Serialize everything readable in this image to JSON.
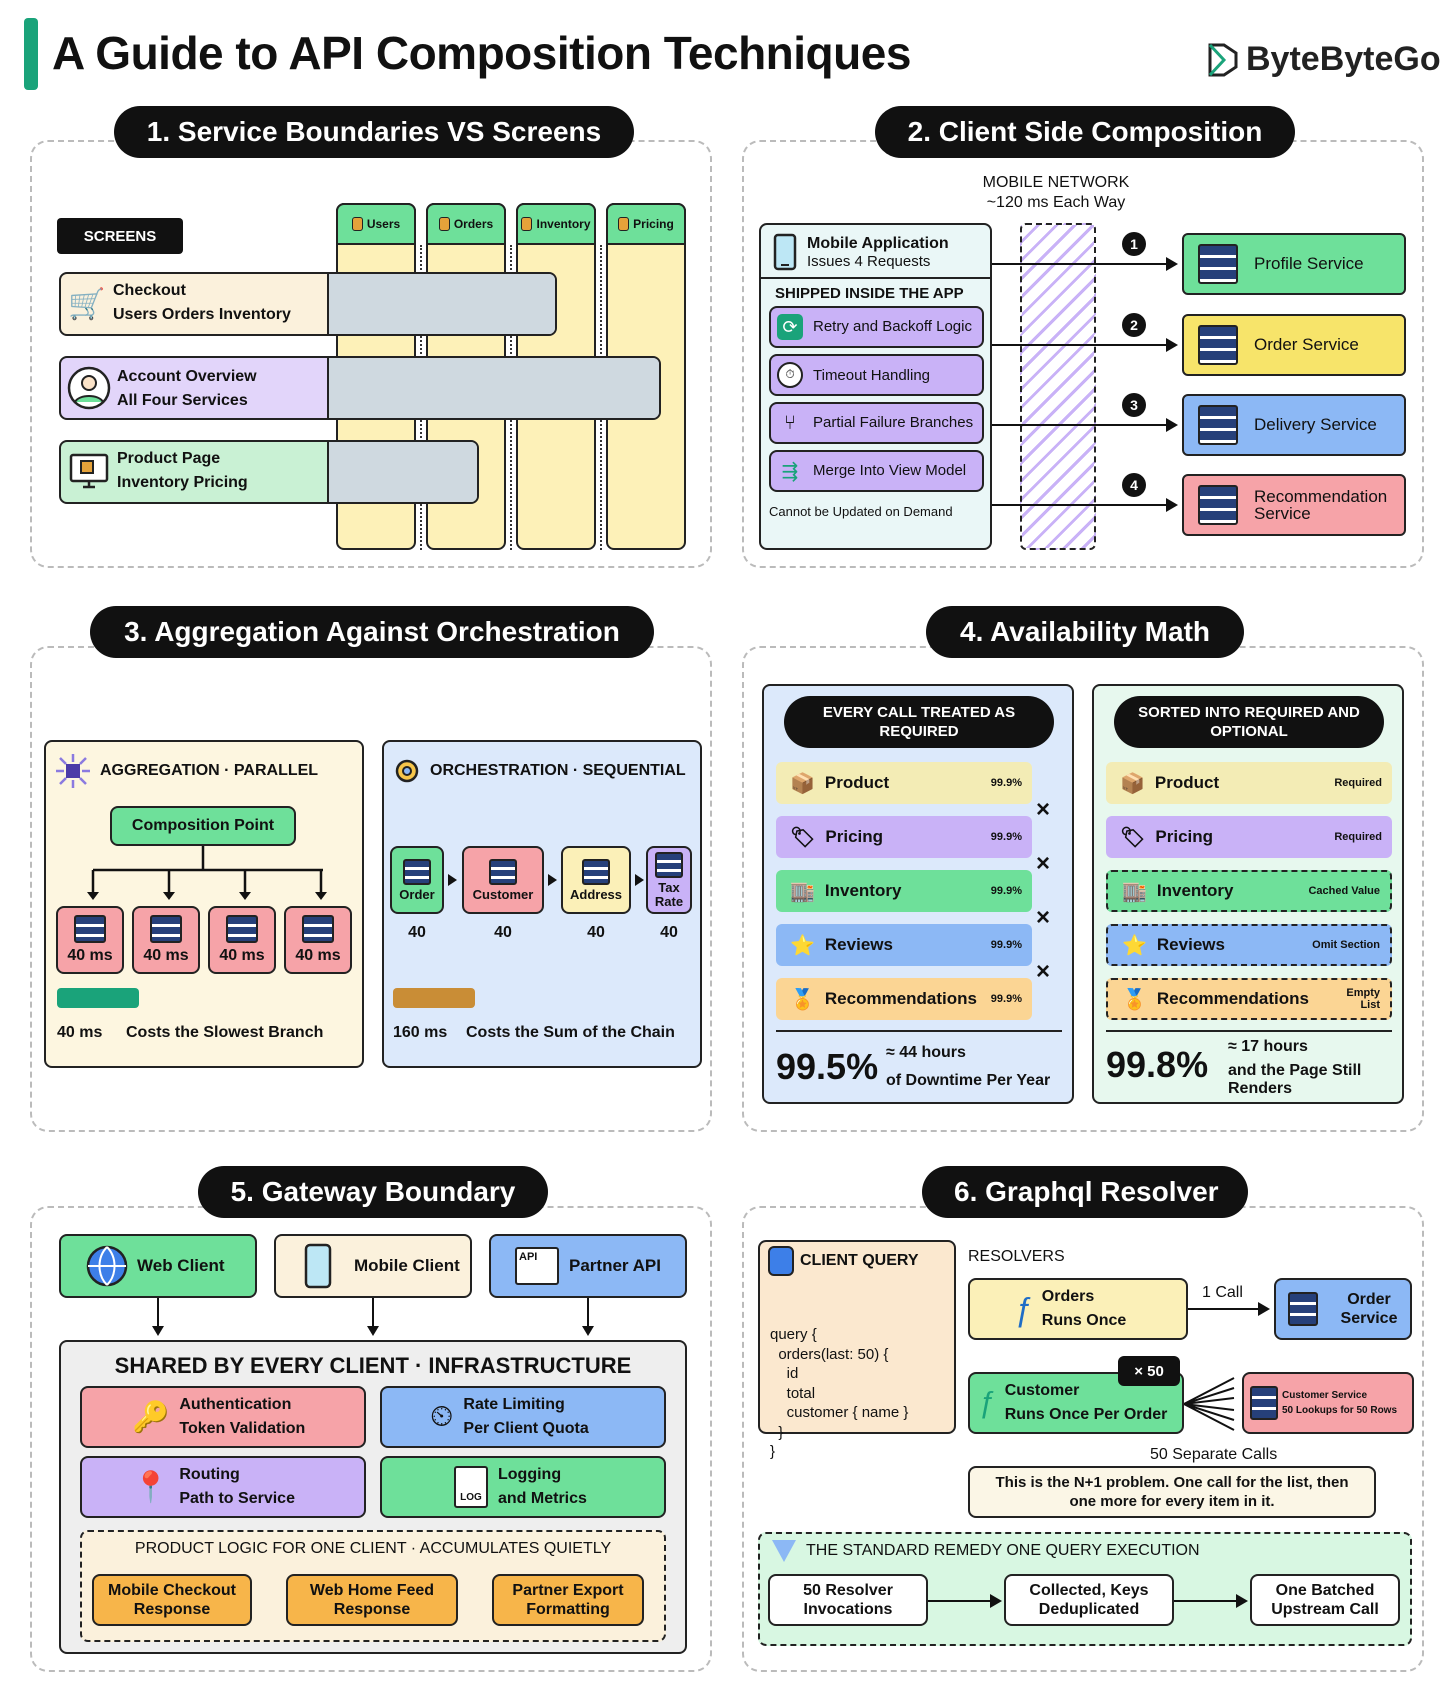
{
  "header": {
    "title": "A Guide to API Composition Techniques",
    "brand": "ByteByteGo"
  },
  "s1": {
    "title": "1. Service Boundaries VS Screens",
    "screens_label": "SCREENS",
    "columns": [
      "Users",
      "Orders",
      "Inventory",
      "Pricing"
    ],
    "rows": [
      {
        "t": "Checkout",
        "s": "Users Orders Inventory"
      },
      {
        "t": "Account Overview",
        "s": "All Four Services"
      },
      {
        "t": "Product Page",
        "s": "Inventory Pricing"
      }
    ]
  },
  "s2": {
    "title": "2. Client Side Composition",
    "net": "MOBILE NETWORK",
    "net2": "~120 ms Each Way",
    "app_title": "Mobile Application",
    "app_sub": "Issues 4 Requests",
    "shipped": "SHIPPED INSIDE THE APP",
    "items": [
      "Retry and Backoff Logic",
      "Timeout Handling",
      "Partial Failure Branches",
      "Merge Into View Model"
    ],
    "footer": "Cannot be Updated on Demand",
    "services": [
      "Profile Service",
      "Order Service",
      "Delivery Service",
      "Recommendation Service"
    ],
    "nums": [
      "1",
      "2",
      "3",
      "4"
    ]
  },
  "s3": {
    "title": "3. Aggregation Against Orchestration",
    "agg": {
      "head": "AGGREGATION · PARALLEL",
      "point": "Composition Point",
      "nodes": [
        "40 ms",
        "40 ms",
        "40 ms",
        "40 ms"
      ],
      "total": "40 ms",
      "caption": "Costs the Slowest Branch"
    },
    "orc": {
      "head": "ORCHESTRATION · SEQUENTIAL",
      "nodes": [
        "Order",
        "Customer",
        "Address",
        "Tax Rate"
      ],
      "vals": [
        "40",
        "40",
        "40",
        "40"
      ],
      "total": "160 ms",
      "caption": "Costs the Sum of the Chain"
    }
  },
  "s4": {
    "title": "4. Availability Math",
    "left": {
      "head": "EVERY CALL TREATED AS REQUIRED",
      "rows": [
        [
          "Product",
          "99.9%"
        ],
        [
          "Pricing",
          "99.9%"
        ],
        [
          "Inventory",
          "99.9%"
        ],
        [
          "Reviews",
          "99.9%"
        ],
        [
          "Recommendations",
          "99.9%"
        ]
      ],
      "x": "×",
      "big": "99.5%",
      "n1": "≈ 44 hours",
      "n2": "of Downtime Per Year"
    },
    "right": {
      "head": "SORTED INTO REQUIRED AND OPTIONAL",
      "rows": [
        [
          "Product",
          "Required"
        ],
        [
          "Pricing",
          "Required"
        ],
        [
          "Inventory",
          "Cached Value"
        ],
        [
          "Reviews",
          "Omit Section"
        ],
        [
          "Recommendations",
          "Empty List"
        ]
      ],
      "big": "99.8%",
      "n1": "≈ 17 hours",
      "n2": "and the Page Still Renders"
    }
  },
  "s5": {
    "title": "5. Gateway Boundary",
    "clients": [
      "Web Client",
      "Mobile Client",
      "Partner API"
    ],
    "shared": "SHARED BY EVERY CLIENT · INFRASTRUCTURE",
    "infra": [
      [
        "Authentication",
        "Token Validation"
      ],
      [
        "Rate Limiting",
        "Per Client Quota"
      ],
      [
        "Routing",
        "Path to Service"
      ],
      [
        "Logging",
        "and Metrics"
      ]
    ],
    "logic": "PRODUCT LOGIC FOR ONE CLIENT · ACCUMULATES QUIETLY",
    "logic_items": [
      "Mobile Checkout Response",
      "Web Home Feed Response",
      "Partner Export Formatting"
    ],
    "api_icon_text": "API",
    "log_icon_text": "LOG"
  },
  "s6": {
    "title": "6. Graphql Resolver",
    "cq": "CLIENT QUERY",
    "code": [
      "query {",
      "  orders(last: 50) {",
      "    id",
      "    total",
      "    customer { name }",
      "  }",
      "}"
    ],
    "resolvers": "RESOLVERS",
    "orders": [
      "Orders",
      "Runs Once"
    ],
    "call": "1 Call",
    "order_service": "Order Service",
    "x50": "× 50",
    "customer": [
      "Customer",
      "Runs Once Per Order"
    ],
    "cs": [
      "Customer Service",
      "50 Lookups for 50 Rows"
    ],
    "sep": "50 Separate Calls",
    "note": "This is the N+1 problem. One call for the list, then one more for every item in it.",
    "remedy": "THE STANDARD REMEDY ONE QUERY EXECUTION",
    "steps": [
      "50 Resolver Invocations",
      "Collected, Keys Deduplicated",
      "One Batched Upstream Call"
    ]
  },
  "colors": {
    "green": "#6ee09a",
    "yellow": "#f7e46a",
    "blue": "#8cb8f5",
    "red": "#f6a3a8",
    "purple": "#c9b2f7",
    "cream": "#fbf1dc"
  }
}
